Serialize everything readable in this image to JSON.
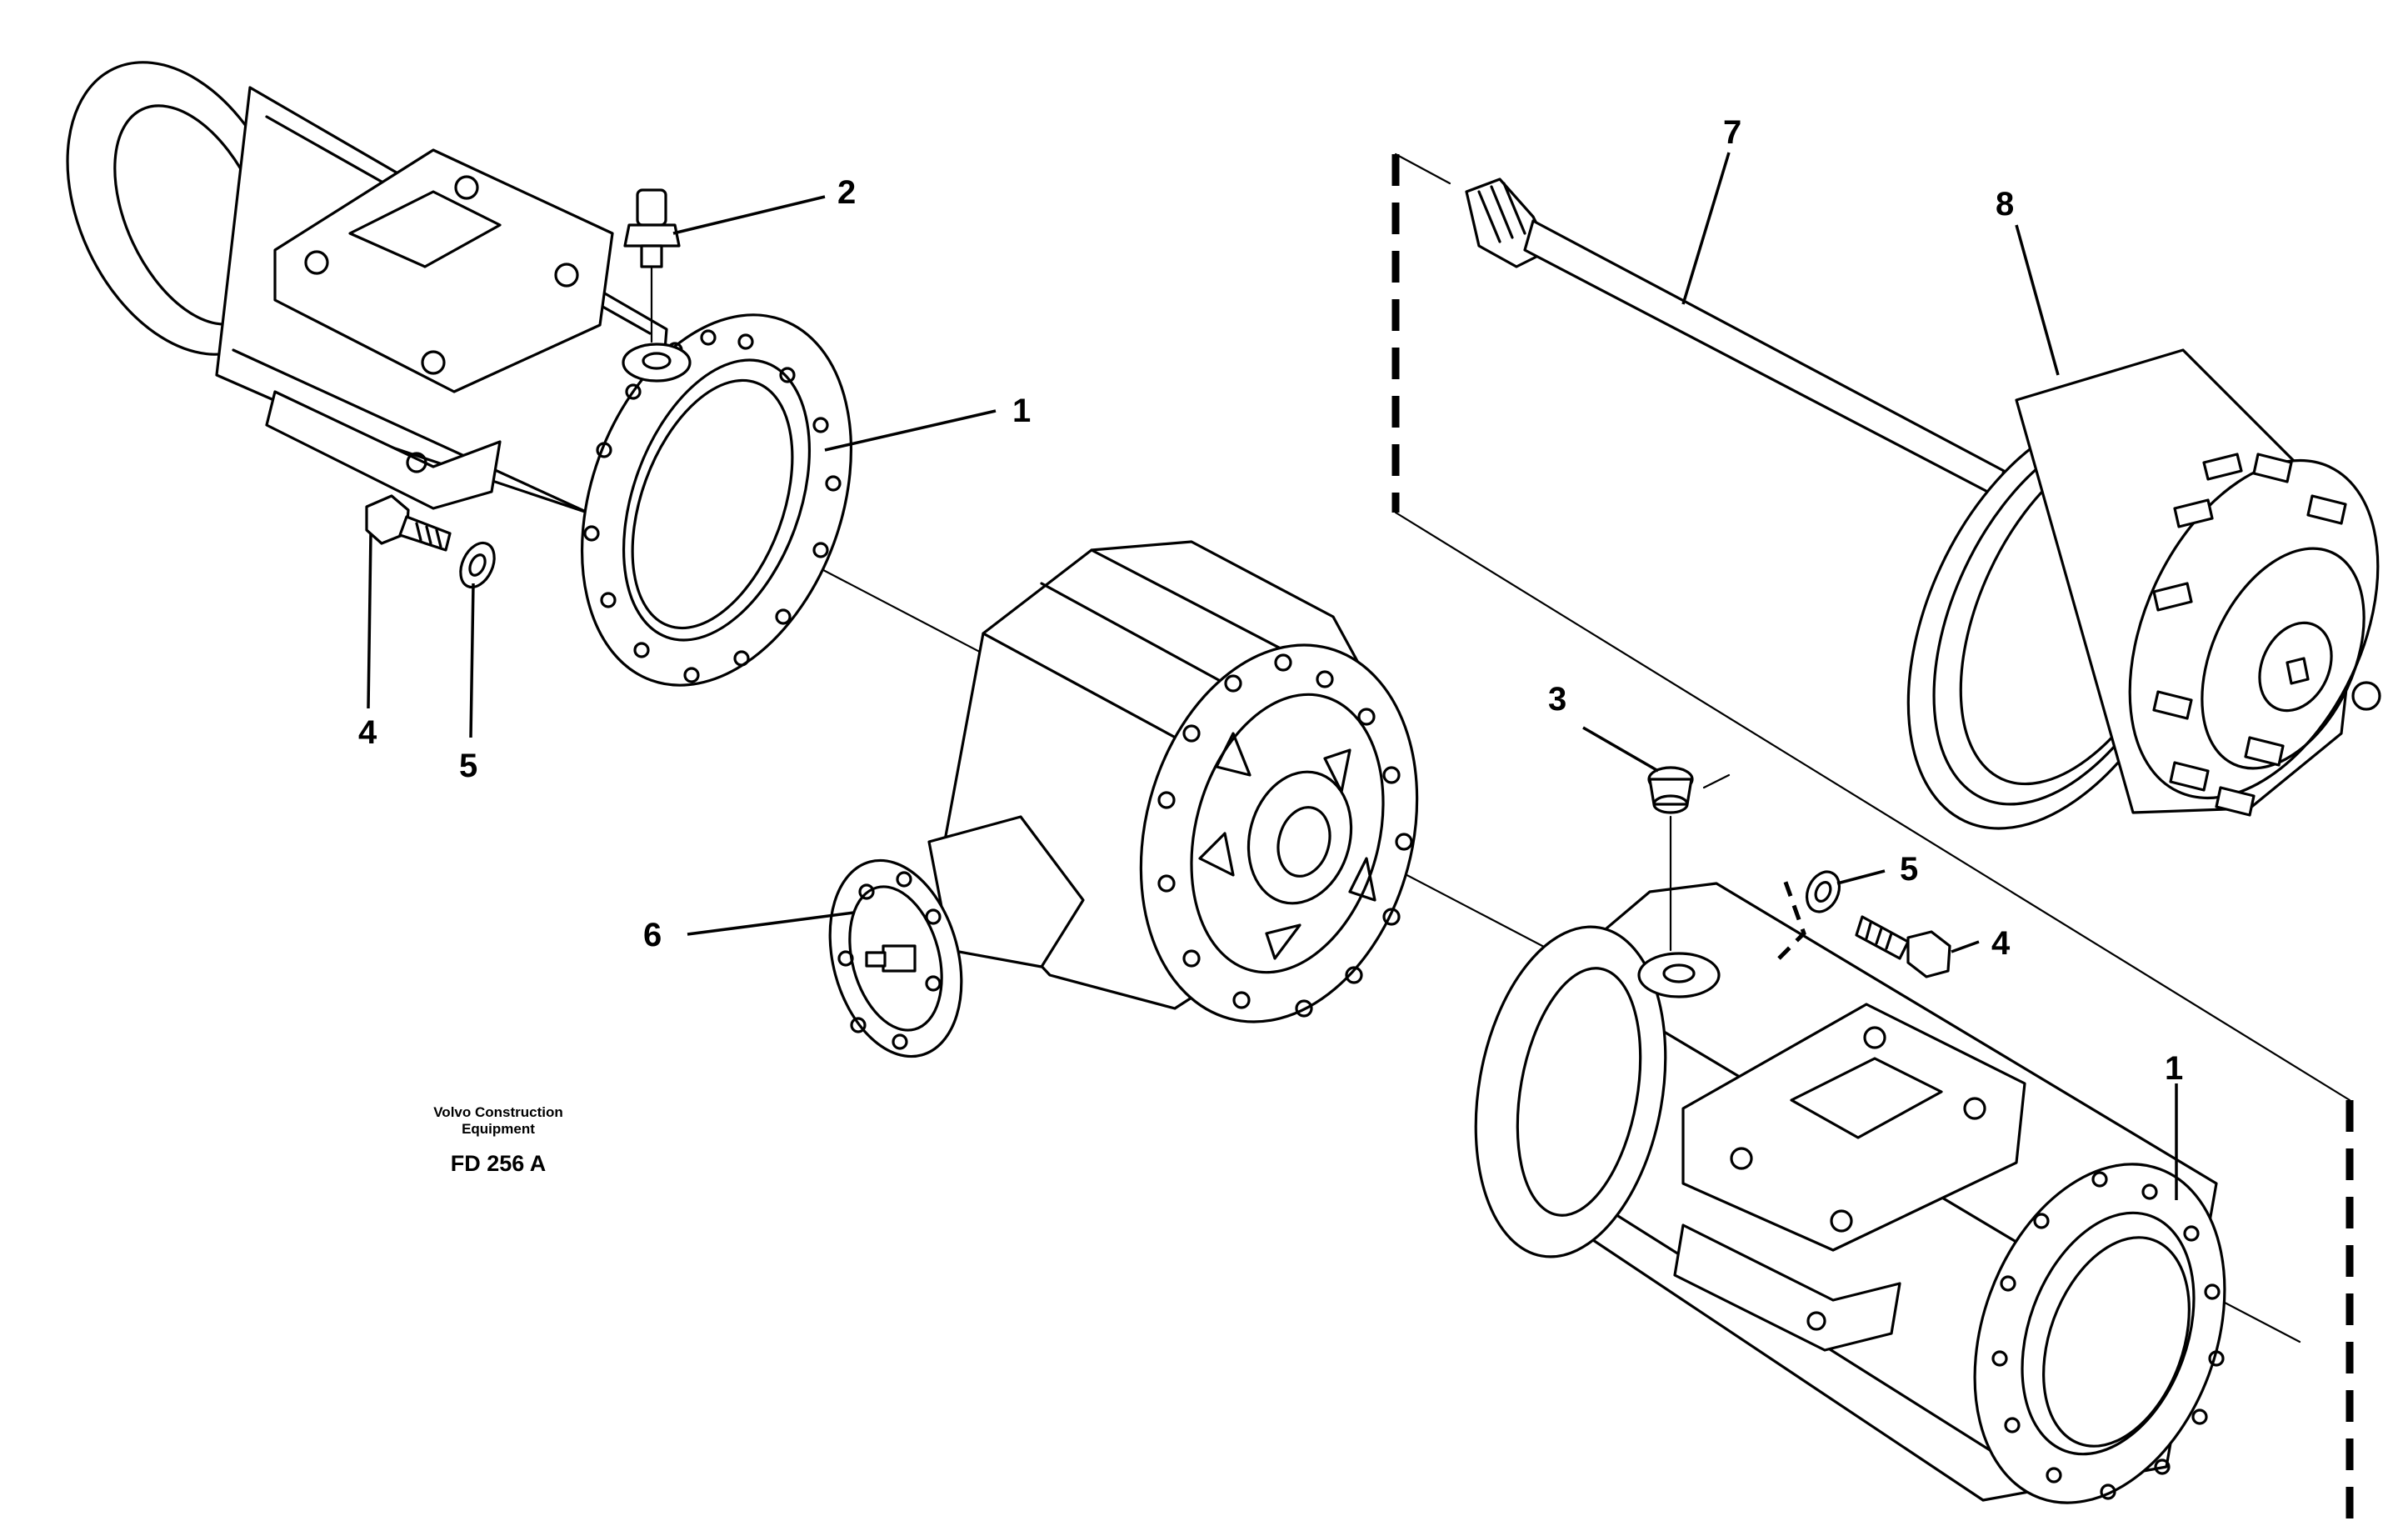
{
  "diagram": {
    "callouts": [
      {
        "id": "c1a",
        "label": "2"
      },
      {
        "id": "c1b",
        "label": "1"
      },
      {
        "id": "c1c",
        "label": "4"
      },
      {
        "id": "c1d",
        "label": "5"
      },
      {
        "id": "c1e",
        "label": "7"
      },
      {
        "id": "c1f",
        "label": "8"
      },
      {
        "id": "c1g",
        "label": "3"
      },
      {
        "id": "c1h",
        "label": "5"
      },
      {
        "id": "c1i",
        "label": "4"
      },
      {
        "id": "c1j",
        "label": "6"
      },
      {
        "id": "c1k",
        "label": "1"
      }
    ],
    "credit_line1": "Volvo Construction",
    "credit_line2": "Equipment",
    "figure_code": "FD 256 A"
  }
}
